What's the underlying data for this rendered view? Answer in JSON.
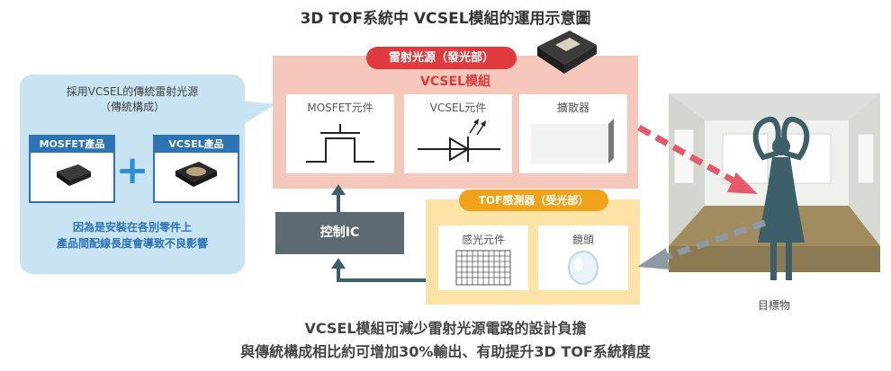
{
  "title": "3D TOF系統中 VCSEL模組的運用示意圖",
  "callout": {
    "title_line1": "採用VCSEL的傳統雷射光源",
    "title_line2": "（傳統構成）",
    "mosfet_label": "MOSFET產品",
    "vcsel_label": "VCSEL產品",
    "bottom_line1": "因為是安裝在各別零件上",
    "bottom_line2": "產品間配線長度會導致不良影響"
  },
  "module": {
    "badge": "雷射光源（發光部）",
    "name": "VCSEL模組",
    "cells": [
      "MOSFET元件",
      "VCSEL元件",
      "擴散器"
    ]
  },
  "control": {
    "label": "控制IC"
  },
  "tof": {
    "badge": "TOF感測器（受光部）",
    "cells": [
      "感光元件",
      "鏡頭"
    ]
  },
  "target": {
    "label": "目標物"
  },
  "footer": {
    "line1": "VCSEL模組可減少雷射光源電路的設計負擔",
    "line2": "與傳統構成相比約可增加30%輸出、有助提升3D TOF系統精度"
  },
  "colors": {
    "red": "#e03a3e",
    "pink": "#f6c8bb",
    "orange": "#f0a21a",
    "cream": "#fde3a6",
    "blue": "#2d74b5",
    "lightblue": "#c8e3f1",
    "gray": "#5e6a71",
    "teal": "#3d5f6a"
  }
}
